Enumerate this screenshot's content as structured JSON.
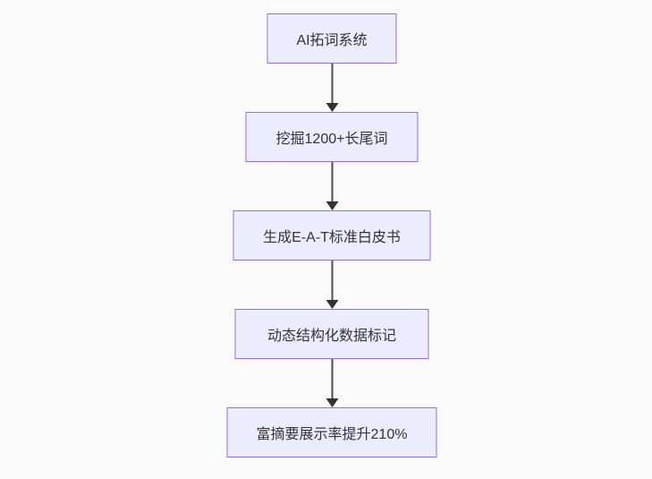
{
  "page": {
    "background_color": "#fafafa"
  },
  "chart_data": {
    "type": "flowchart",
    "direction": "top-down",
    "node_fill_color": "#ECECFF",
    "node_border_color": "#9370DB",
    "text_color": "#333333",
    "arrow_color": "#333333",
    "nodes": [
      {
        "id": "n1",
        "label": "AI拓词系统"
      },
      {
        "id": "n2",
        "label": "挖掘1200+长尾词"
      },
      {
        "id": "n3",
        "label": "生成E-A-T标准白皮书"
      },
      {
        "id": "n4",
        "label": "动态结构化数据标记"
      },
      {
        "id": "n5",
        "label": "富摘要展示率提升210%"
      }
    ],
    "edges": [
      {
        "from": "n1",
        "to": "n2"
      },
      {
        "from": "n2",
        "to": "n3"
      },
      {
        "from": "n3",
        "to": "n4"
      },
      {
        "from": "n4",
        "to": "n5"
      }
    ]
  }
}
